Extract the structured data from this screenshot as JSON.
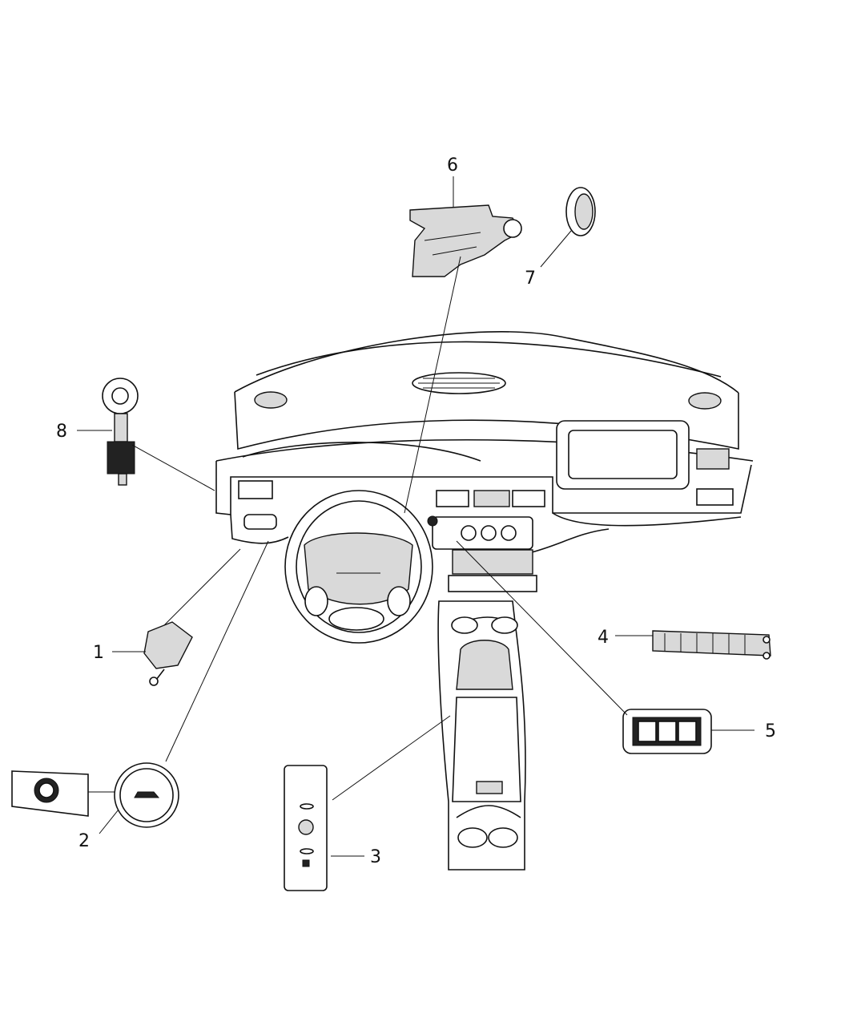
{
  "callouts": [
    {
      "id": "1",
      "label": "1"
    },
    {
      "id": "2",
      "label": "2"
    },
    {
      "id": "3",
      "label": "3"
    },
    {
      "id": "4",
      "label": "4"
    },
    {
      "id": "5",
      "label": "5"
    },
    {
      "id": "6",
      "label": "6"
    },
    {
      "id": "7",
      "label": "7"
    },
    {
      "id": "8",
      "label": "8"
    }
  ],
  "icons": [
    "instrument-panel",
    "steering-wheel",
    "center-console",
    "ignition-switch",
    "ring-bezel",
    "ignition-lock-cylinder",
    "switch-1",
    "trunk-release-switch",
    "console-switch-bank",
    "switch-strip",
    "window-switch-bezel"
  ]
}
